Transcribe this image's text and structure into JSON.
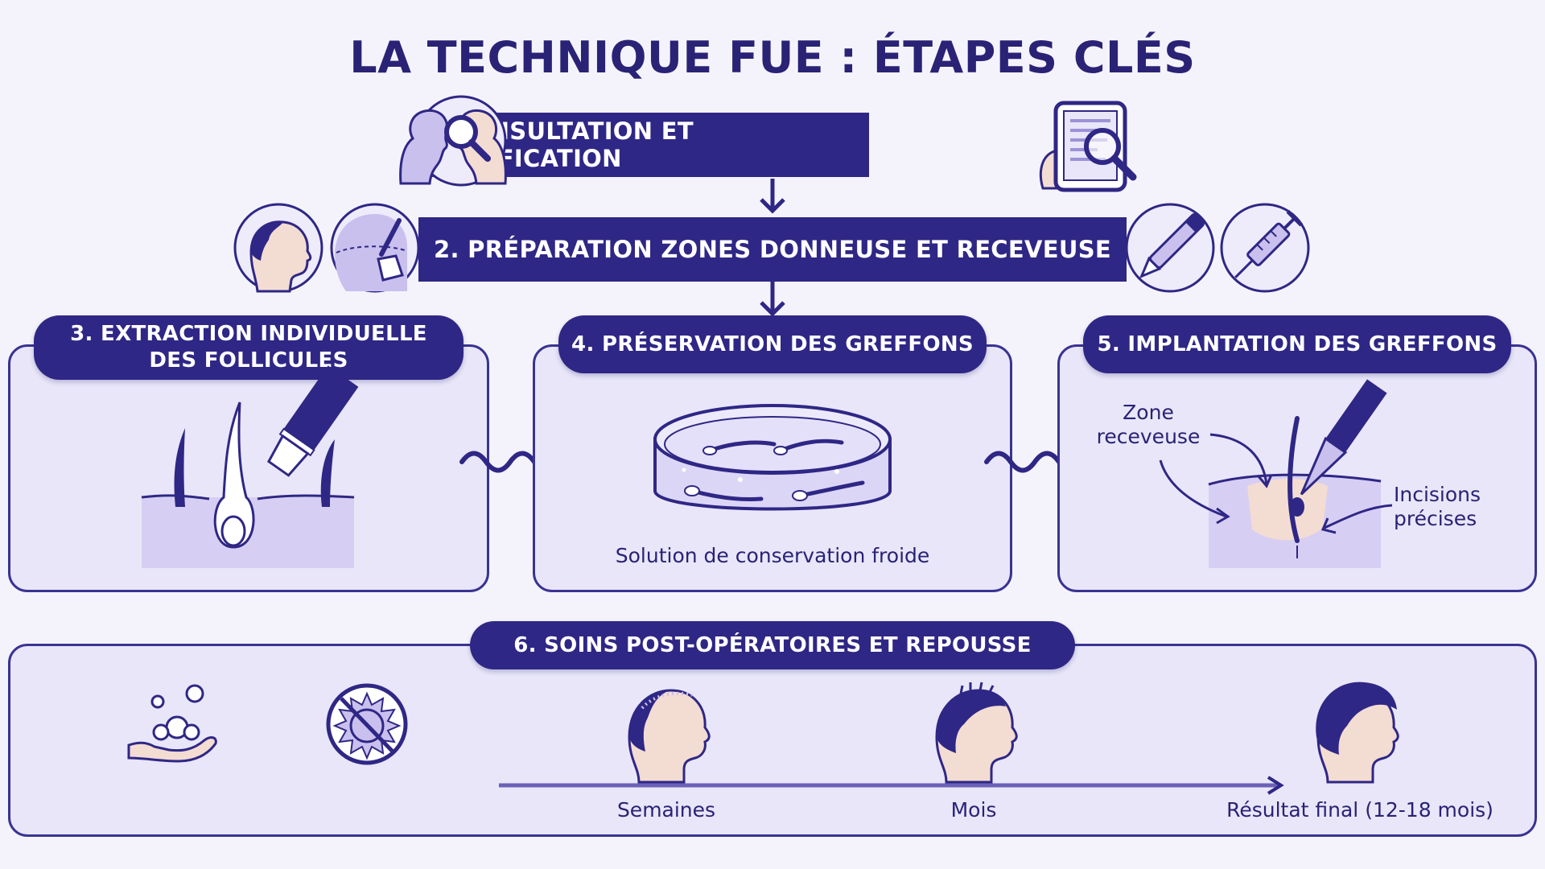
{
  "title": "LA TECHNIQUE FUE : ÉTAPES CLÉS",
  "colors": {
    "primary": "#2f2785",
    "panel": "#e8e6f8",
    "lavender": "#c9c0ee",
    "skin": "#f3dcd2",
    "background": "#f4f3fb"
  },
  "steps": {
    "step1": "1. CONSULTATION ET PLANIFICATION",
    "step2": "2. PRÉPARATION ZONES DONNEUSE ET RECEVEUSE",
    "step3_line1": "3. EXTRACTION INDIVIDUELLE",
    "step3_line2": "DES FOLLICULES",
    "step4": "4. PRÉSERVATION DES GREFFONS",
    "step5": "5. IMPLANTATION DES GREFFONS",
    "step6": "6. SOINS POST-OPÉRATOIRES ET REPOUSSE"
  },
  "labels": {
    "cold_solution": "Solution de conservation froide",
    "receiving_zone_line1": "Zone",
    "receiving_zone_line2": "receveuse",
    "incisions_line1": "Incisions",
    "incisions_line2": "précises",
    "timeline_weeks": "Semaines",
    "timeline_months": "Mois",
    "timeline_final": "Résultat final (12-18 mois)"
  },
  "icons": {
    "step1_left": "consultation-heads-magnifier-icon",
    "step1_right": "tablet-magnifier-icon",
    "step2_left_a": "head-profile-icon",
    "step2_left_b": "scalp-marking-icon",
    "step2_right_a": "pen-icon",
    "step2_right_b": "syringe-icon",
    "step6_a": "washing-hand-icon",
    "step6_b": "no-sun-icon"
  }
}
